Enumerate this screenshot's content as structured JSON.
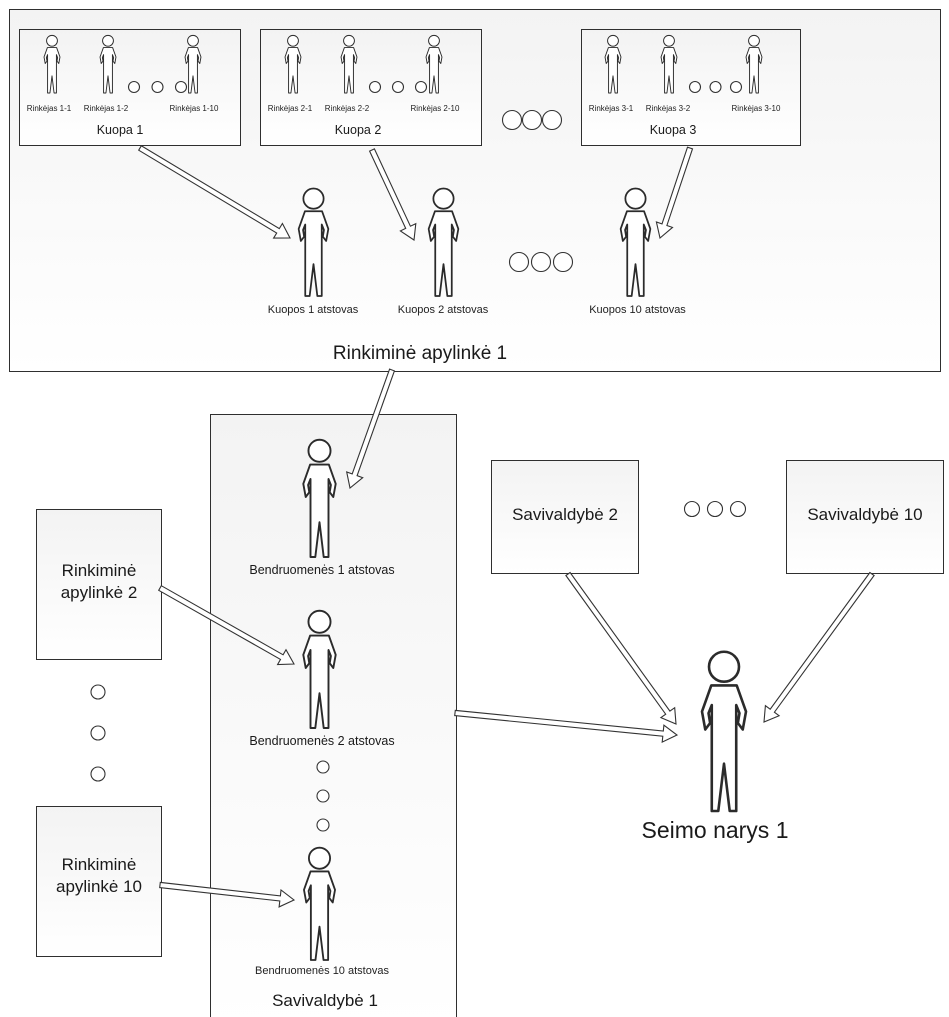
{
  "district1": {
    "title": "Rinkiminė apylinkė 1",
    "squads": [
      {
        "title": "Kuopa 1",
        "voters": [
          "Rinkėjas 1-1",
          "Rinkėjas 1-2",
          "Rinkėjas 1-10"
        ]
      },
      {
        "title": "Kuopa 2",
        "voters": [
          "Rinkėjas 2-1",
          "Rinkėjas 2-2",
          "Rinkėjas 2-10"
        ]
      },
      {
        "title": "Kuopa 3",
        "voters": [
          "Rinkėjas 3-1",
          "Rinkėjas 3-2",
          "Rinkėjas 3-10"
        ]
      }
    ],
    "representatives": [
      "Kuopos 1 atstovas",
      "Kuopos 2 atstovas",
      "Kuopos 10 atstovas"
    ]
  },
  "municipality1": {
    "title": "Savivaldybė 1",
    "representatives": [
      "Bendruomenės 1 atstovas",
      "Bendruomenės 2 atstovas",
      "Bendruomenės 10 atstovas"
    ]
  },
  "districts_other": [
    "Rinkiminė apylinkė 2",
    "Rinkiminė apylinkė 10"
  ],
  "municipalities_other": [
    "Savivaldybė 2",
    "Savivaldybė 10"
  ],
  "parliament_member": "Seimo narys 1"
}
